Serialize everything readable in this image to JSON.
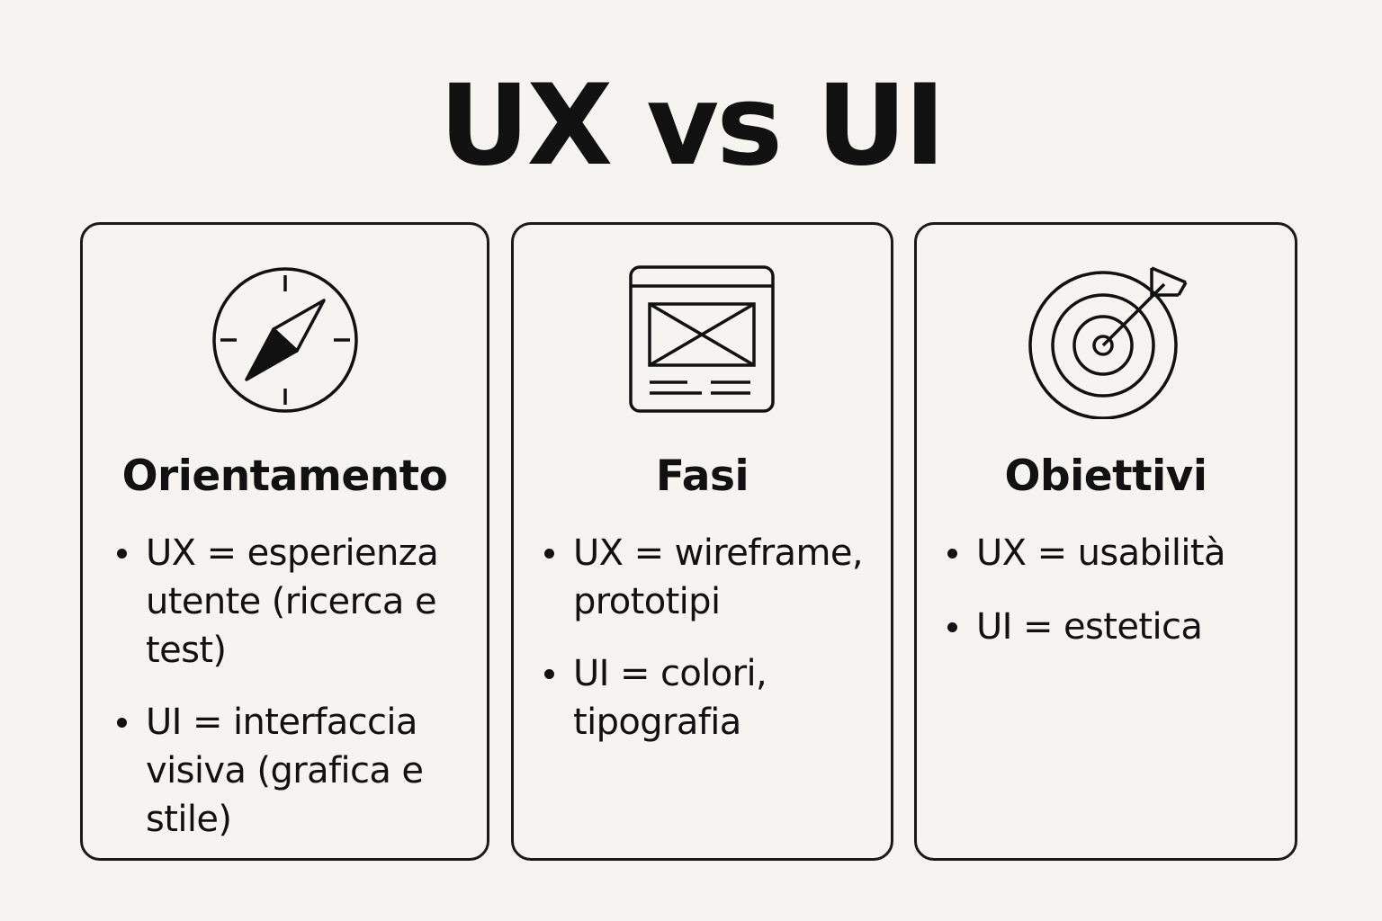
{
  "title": "UX vs UI",
  "cards": [
    {
      "heading": "Orientamento",
      "icon": "compass-icon",
      "bullets": [
        "UX = esperienza utente (ricerca e test)",
        "UI = interfaccia visiva (grafica e stile)"
      ]
    },
    {
      "heading": "Fasi",
      "icon": "wireframe-icon",
      "bullets": [
        "UX = wireframe, prototipi",
        "UI = colori, tipografia"
      ]
    },
    {
      "heading": "Obiettivi",
      "icon": "target-icon",
      "bullets": [
        "UX = usabilità",
        "UI = estetica"
      ]
    }
  ],
  "colors": {
    "background": "#f5f4f0",
    "ink": "#111111"
  }
}
